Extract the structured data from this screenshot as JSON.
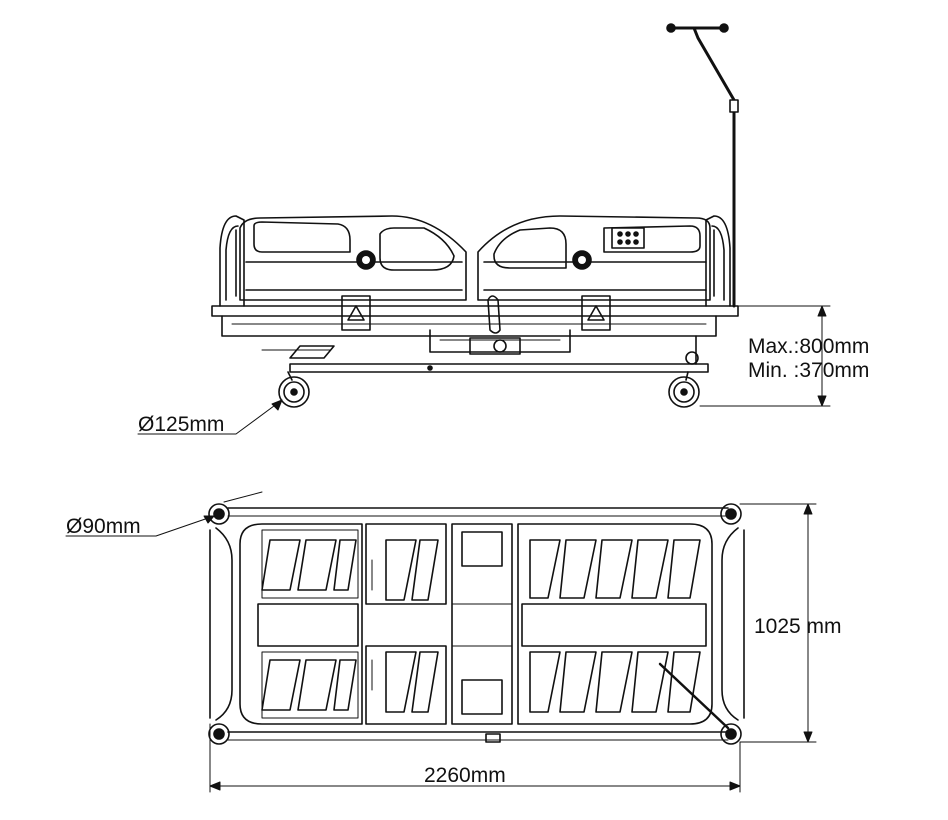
{
  "labels": {
    "height_max": "Max.:800mm",
    "height_min": "Min. :370mm",
    "castor_side": "Ø125mm",
    "castor_top": "Ø90mm",
    "width": "1025 mm",
    "length": "2260mm"
  },
  "colors": {
    "line": "#111111",
    "background": "#ffffff"
  }
}
